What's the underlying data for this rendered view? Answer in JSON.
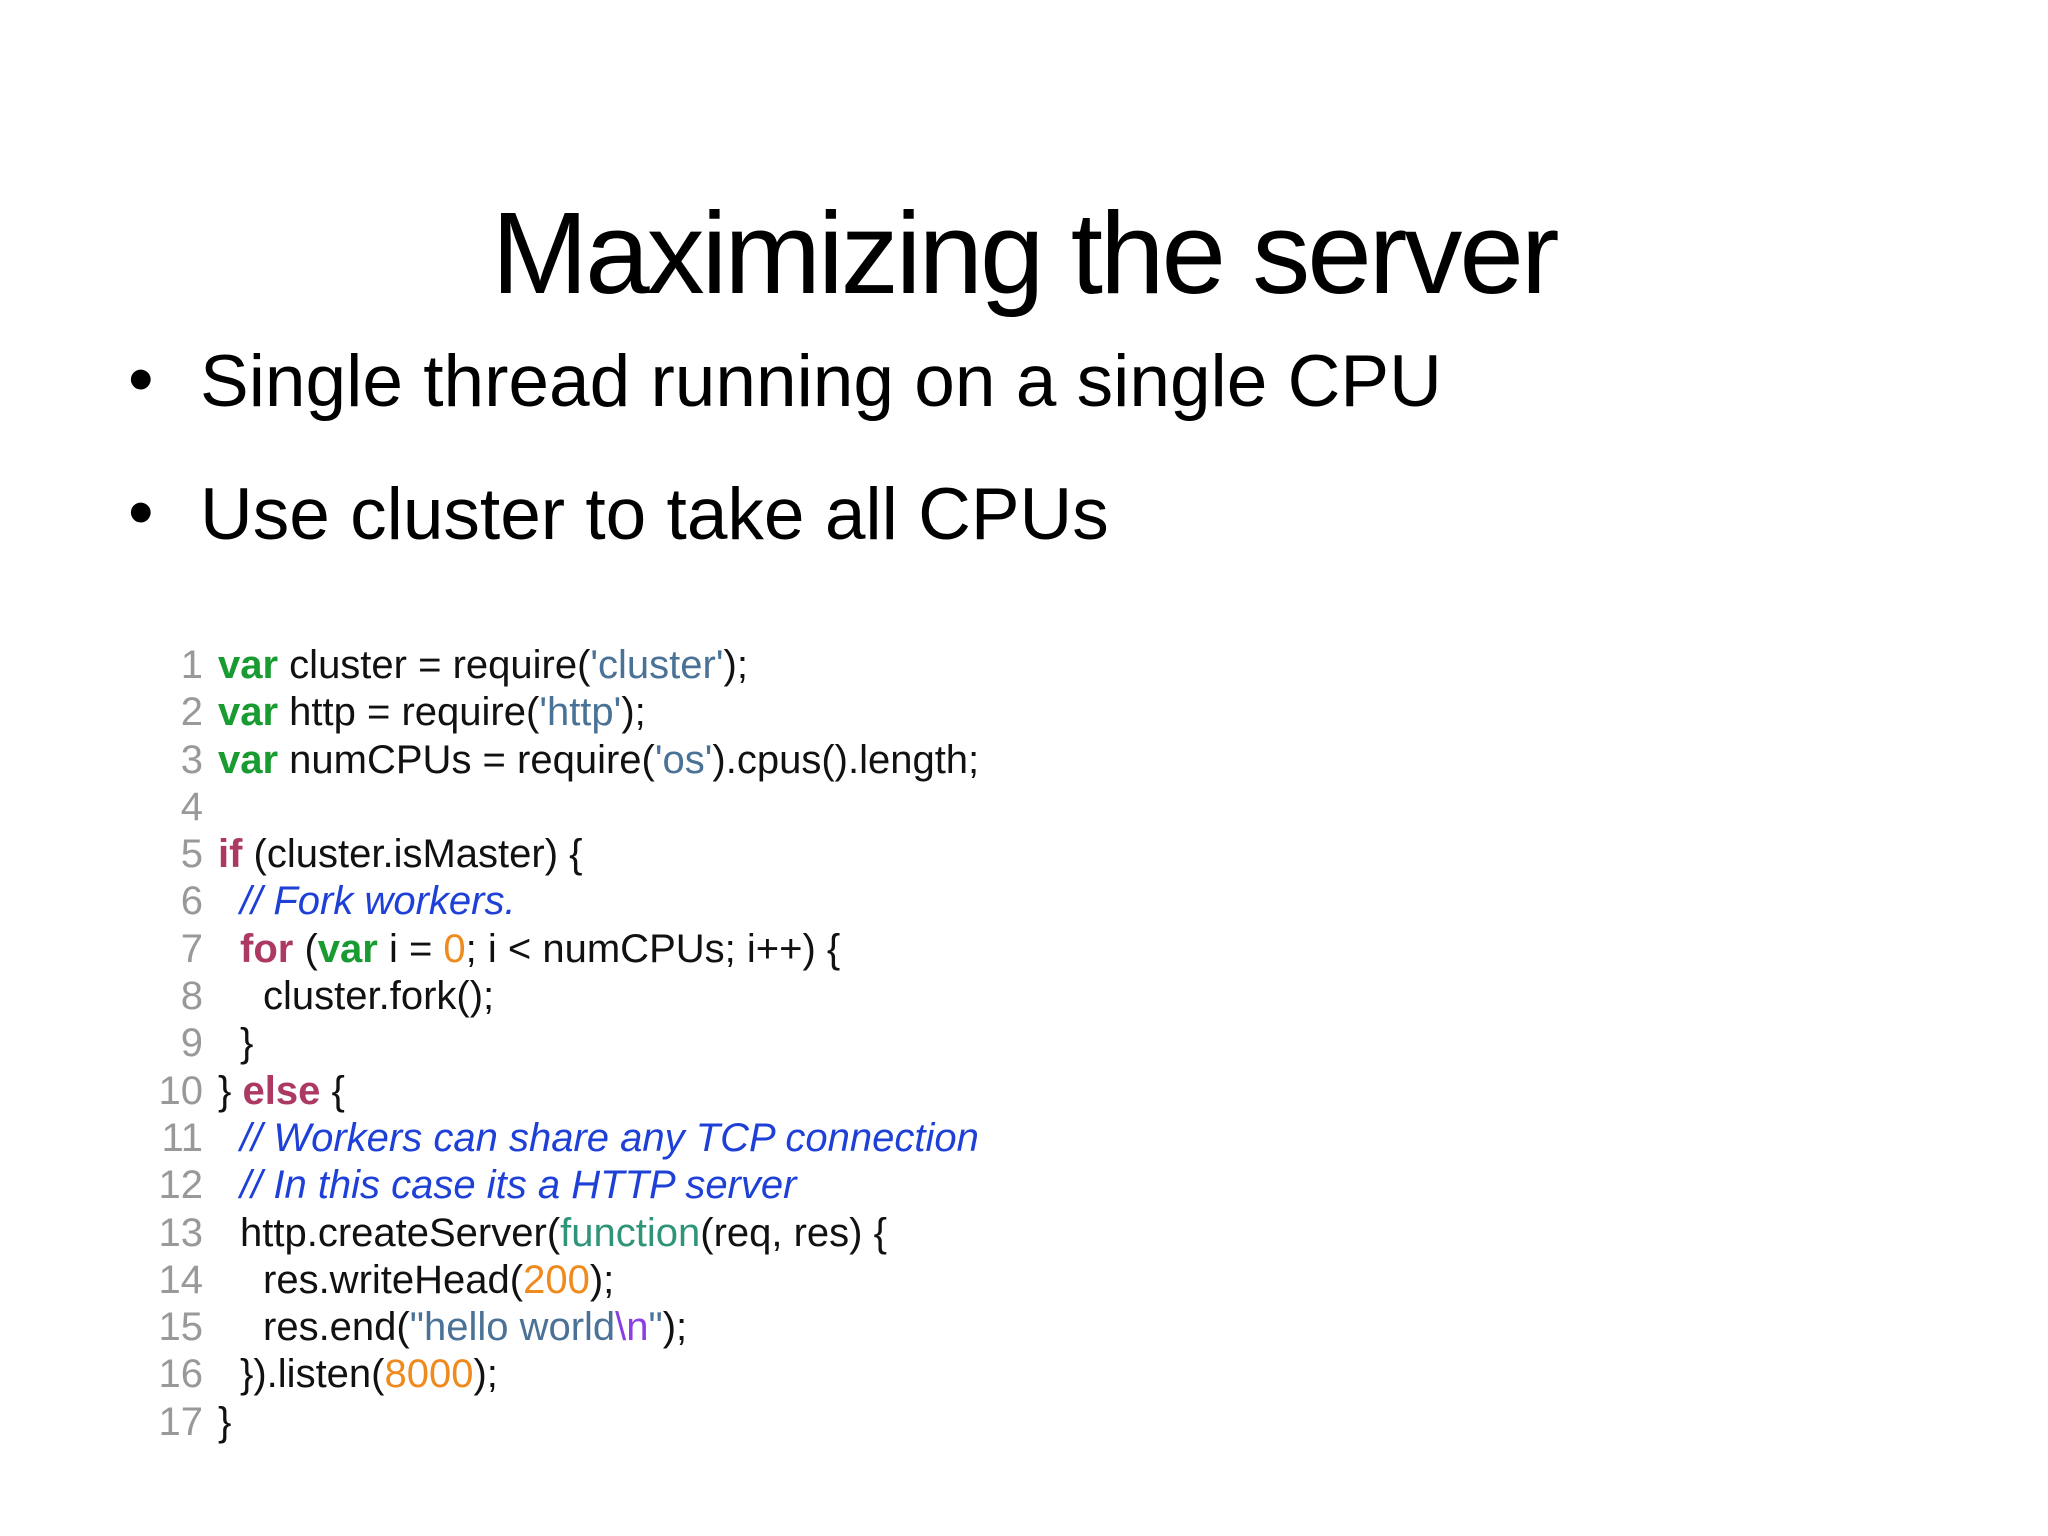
{
  "slide": {
    "title": "Maximizing the server",
    "bullets": [
      "Single thread running on a single CPU",
      "Use cluster to take all CPUs"
    ]
  },
  "colors": {
    "background": "#FFFFFF",
    "text-black": "#000000",
    "code-black": "#111111",
    "line-number-gray": "#999999",
    "keyword-green": "#189B30",
    "keyword-crimson": "#AC3963",
    "string-slate": "#4A7296",
    "number-orange": "#EF8A1F",
    "comment-blue": "#1E40D6",
    "function-teal": "#2F9479",
    "escape-purple": "#8A3FE3"
  },
  "code": {
    "language": "javascript",
    "lines": [
      {
        "n": "1",
        "indent": 0,
        "segments": [
          {
            "t": "kw",
            "s": "var"
          },
          {
            "t": "plain",
            "s": " cluster = require("
          },
          {
            "t": "str",
            "s": "'cluster'"
          },
          {
            "t": "plain",
            "s": ");"
          }
        ]
      },
      {
        "n": "2",
        "indent": 0,
        "segments": [
          {
            "t": "kw",
            "s": "var"
          },
          {
            "t": "plain",
            "s": " http = require("
          },
          {
            "t": "str",
            "s": "'http'"
          },
          {
            "t": "plain",
            "s": ");"
          }
        ]
      },
      {
        "n": "3",
        "indent": 0,
        "segments": [
          {
            "t": "kw",
            "s": "var"
          },
          {
            "t": "plain",
            "s": " numCPUs = require("
          },
          {
            "t": "str",
            "s": "'os'"
          },
          {
            "t": "plain",
            "s": ").cpus().length;"
          }
        ]
      },
      {
        "n": "4",
        "indent": 0,
        "segments": []
      },
      {
        "n": "5",
        "indent": 0,
        "segments": [
          {
            "t": "ctrl",
            "s": "if"
          },
          {
            "t": "plain",
            "s": " (cluster.isMaster) {"
          }
        ]
      },
      {
        "n": "6",
        "indent": 1,
        "segments": [
          {
            "t": "cmt",
            "s": "// Fork workers."
          }
        ]
      },
      {
        "n": "7",
        "indent": 1,
        "segments": [
          {
            "t": "ctrl",
            "s": "for"
          },
          {
            "t": "plain",
            "s": " ("
          },
          {
            "t": "kw",
            "s": "var"
          },
          {
            "t": "plain",
            "s": " i = "
          },
          {
            "t": "num",
            "s": "0"
          },
          {
            "t": "plain",
            "s": "; i < numCPUs; i++) {"
          }
        ]
      },
      {
        "n": "8",
        "indent": 2,
        "segments": [
          {
            "t": "plain",
            "s": "cluster.fork();"
          }
        ]
      },
      {
        "n": "9",
        "indent": 1,
        "segments": [
          {
            "t": "plain",
            "s": "}"
          }
        ]
      },
      {
        "n": "10",
        "indent": 0,
        "segments": [
          {
            "t": "plain",
            "s": "} "
          },
          {
            "t": "ctrl",
            "s": "else"
          },
          {
            "t": "plain",
            "s": " {"
          }
        ]
      },
      {
        "n": "11",
        "indent": 1,
        "segments": [
          {
            "t": "cmt",
            "s": "// Workers can share any TCP connection"
          }
        ]
      },
      {
        "n": "12",
        "indent": 1,
        "segments": [
          {
            "t": "cmt",
            "s": "// In this case its a HTTP server"
          }
        ]
      },
      {
        "n": "13",
        "indent": 1,
        "segments": [
          {
            "t": "plain",
            "s": "http.createServer("
          },
          {
            "t": "fn",
            "s": "function"
          },
          {
            "t": "plain",
            "s": "(req, res) {"
          }
        ]
      },
      {
        "n": "14",
        "indent": 2,
        "segments": [
          {
            "t": "plain",
            "s": "res.writeHead("
          },
          {
            "t": "num",
            "s": "200"
          },
          {
            "t": "plain",
            "s": ");"
          }
        ]
      },
      {
        "n": "15",
        "indent": 2,
        "segments": [
          {
            "t": "plain",
            "s": "res.end("
          },
          {
            "t": "str",
            "s": "\"hello world"
          },
          {
            "t": "esc",
            "s": "\\n"
          },
          {
            "t": "str",
            "s": "\""
          },
          {
            "t": "plain",
            "s": ");"
          }
        ]
      },
      {
        "n": "16",
        "indent": 1,
        "segments": [
          {
            "t": "plain",
            "s": "}).listen("
          },
          {
            "t": "num",
            "s": "8000"
          },
          {
            "t": "plain",
            "s": ");"
          }
        ]
      },
      {
        "n": "17",
        "indent": 0,
        "segments": [
          {
            "t": "plain",
            "s": "}"
          }
        ]
      }
    ]
  }
}
